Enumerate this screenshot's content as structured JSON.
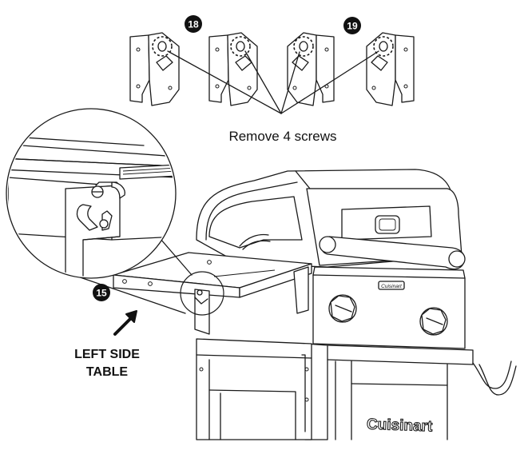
{
  "callouts": {
    "step_a": "18",
    "step_b": "19",
    "step_c": "15"
  },
  "labels": {
    "remove_screws": "Remove 4 screws",
    "left_side_line1": "LEFT SIDE",
    "left_side_line2": "TABLE",
    "brand": "Cuisinart",
    "badge": "Cuisinart"
  },
  "colors": {
    "line": "#1a1a1a",
    "background": "#ffffff",
    "callout_fill": "#111111"
  }
}
